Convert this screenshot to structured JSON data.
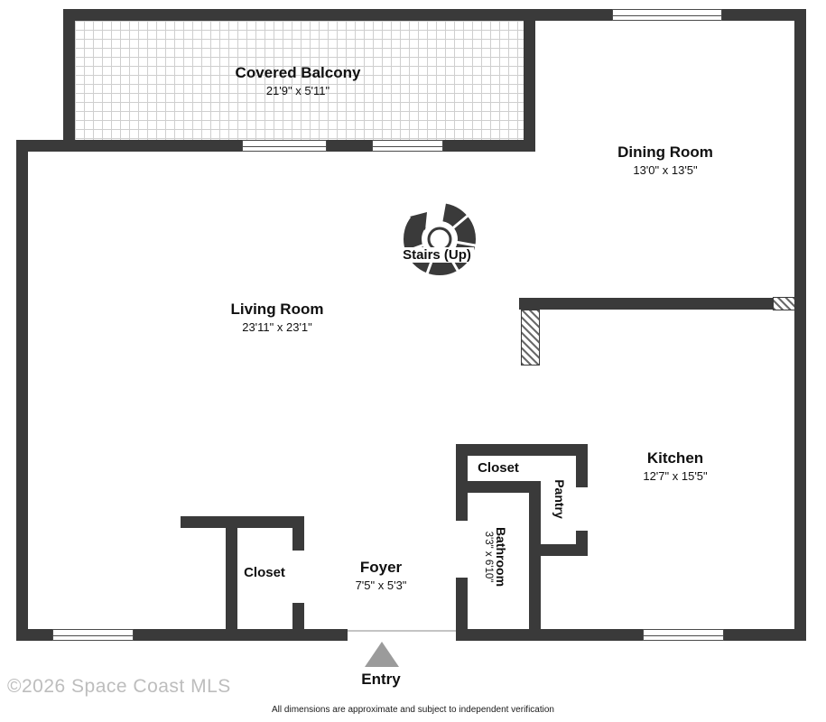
{
  "floorplan": {
    "rooms": {
      "balcony": {
        "name": "Covered Balcony",
        "dims": "21'9\" x 5'11\""
      },
      "dining": {
        "name": "Dining Room",
        "dims": "13'0\" x 13'5\""
      },
      "living": {
        "name": "Living Room",
        "dims": "23'11\" x 23'1\""
      },
      "stairs": {
        "name": "Stairs (Up)"
      },
      "kitchen": {
        "name": "Kitchen",
        "dims": "12'7\" x 15'5\""
      },
      "hall_closet": {
        "name": "Closet"
      },
      "pantry": {
        "name": "Pantry"
      },
      "bathroom": {
        "name": "Bathroom",
        "dims": "3'3\" x 6'10\""
      },
      "foyer_closet": {
        "name": "Closet"
      },
      "foyer": {
        "name": "Foyer",
        "dims": "7'5\" x 5'3\""
      }
    },
    "entry": {
      "label": "Entry"
    },
    "watermark": "©2026 Space Coast MLS",
    "disclaimer": "All dimensions are approximate and subject to independent verification",
    "icons": {
      "stairs": "stairs-up-icon (circular curved arrow with steps)",
      "entry": "entry-arrow-icon (gray triangle pointing up)"
    },
    "colors": {
      "wall": "#3a3a3a",
      "background": "#ffffff",
      "watermark": "#bdbdbd",
      "entry_arrow": "#9b9b9b"
    }
  }
}
